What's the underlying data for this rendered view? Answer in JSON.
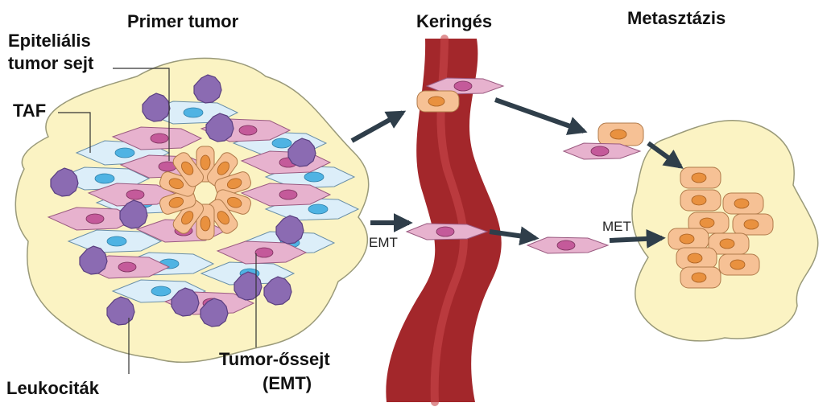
{
  "labels": {
    "primary_tumor": "Primer tumor",
    "circulation": "Keringés",
    "metastasis": "Metasztázis",
    "epithelial_line1": "Epiteliális",
    "epithelial_line2": "tumor sejt",
    "taf": "TAF",
    "leukocytes": "Leukociták",
    "stem_line1": "Tumor-őssejt",
    "stem_line2": "(EMT)",
    "emt": "EMT",
    "met": "MET"
  },
  "colors": {
    "stroma": "#fbf3c3",
    "stroma_edge": "#9a9a7a",
    "vessel": "#a3272b",
    "vessel_highlight": "#c9484b",
    "fibroblast": "#dceef9",
    "fibroblast_nucleus": "#4fb3e3",
    "emt_cell": "#e7b2ce",
    "emt_nucleus": "#c45a9a",
    "epithelial_cell": "#f6c195",
    "epithelial_nucleus": "#e9913f",
    "leukocyte": "#8b6bb2",
    "arrow": "#2f3e4a"
  }
}
